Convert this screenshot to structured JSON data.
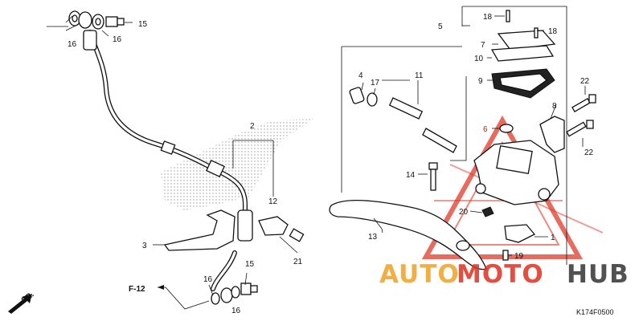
{
  "diagram": {
    "code": "K174F0500",
    "ref_label": "F-12",
    "dir_label": "FR.",
    "watermark": {
      "text_a": "AUTO",
      "text_b": "MOTO",
      "text_c": "HUB",
      "color_a": "#f0a020",
      "color_b": "#e03020",
      "color_c": "#333333"
    }
  },
  "labels": {
    "p1": "1",
    "p2": "2",
    "p3": "3",
    "p4": "4",
    "p5": "5",
    "p6": "6",
    "p7": "7",
    "p8": "8",
    "p9": "9",
    "p10": "10",
    "p11": "11",
    "p12": "12",
    "p13": "13",
    "p14": "14",
    "p15a": "15",
    "p15b": "15",
    "p16a": "16",
    "p16b": "16",
    "p16c": "16",
    "p16d": "16",
    "p17": "17",
    "p18a": "18",
    "p18b": "18",
    "p19": "19",
    "p20": "20",
    "p21": "21",
    "p22a": "22",
    "p22b": "22"
  }
}
